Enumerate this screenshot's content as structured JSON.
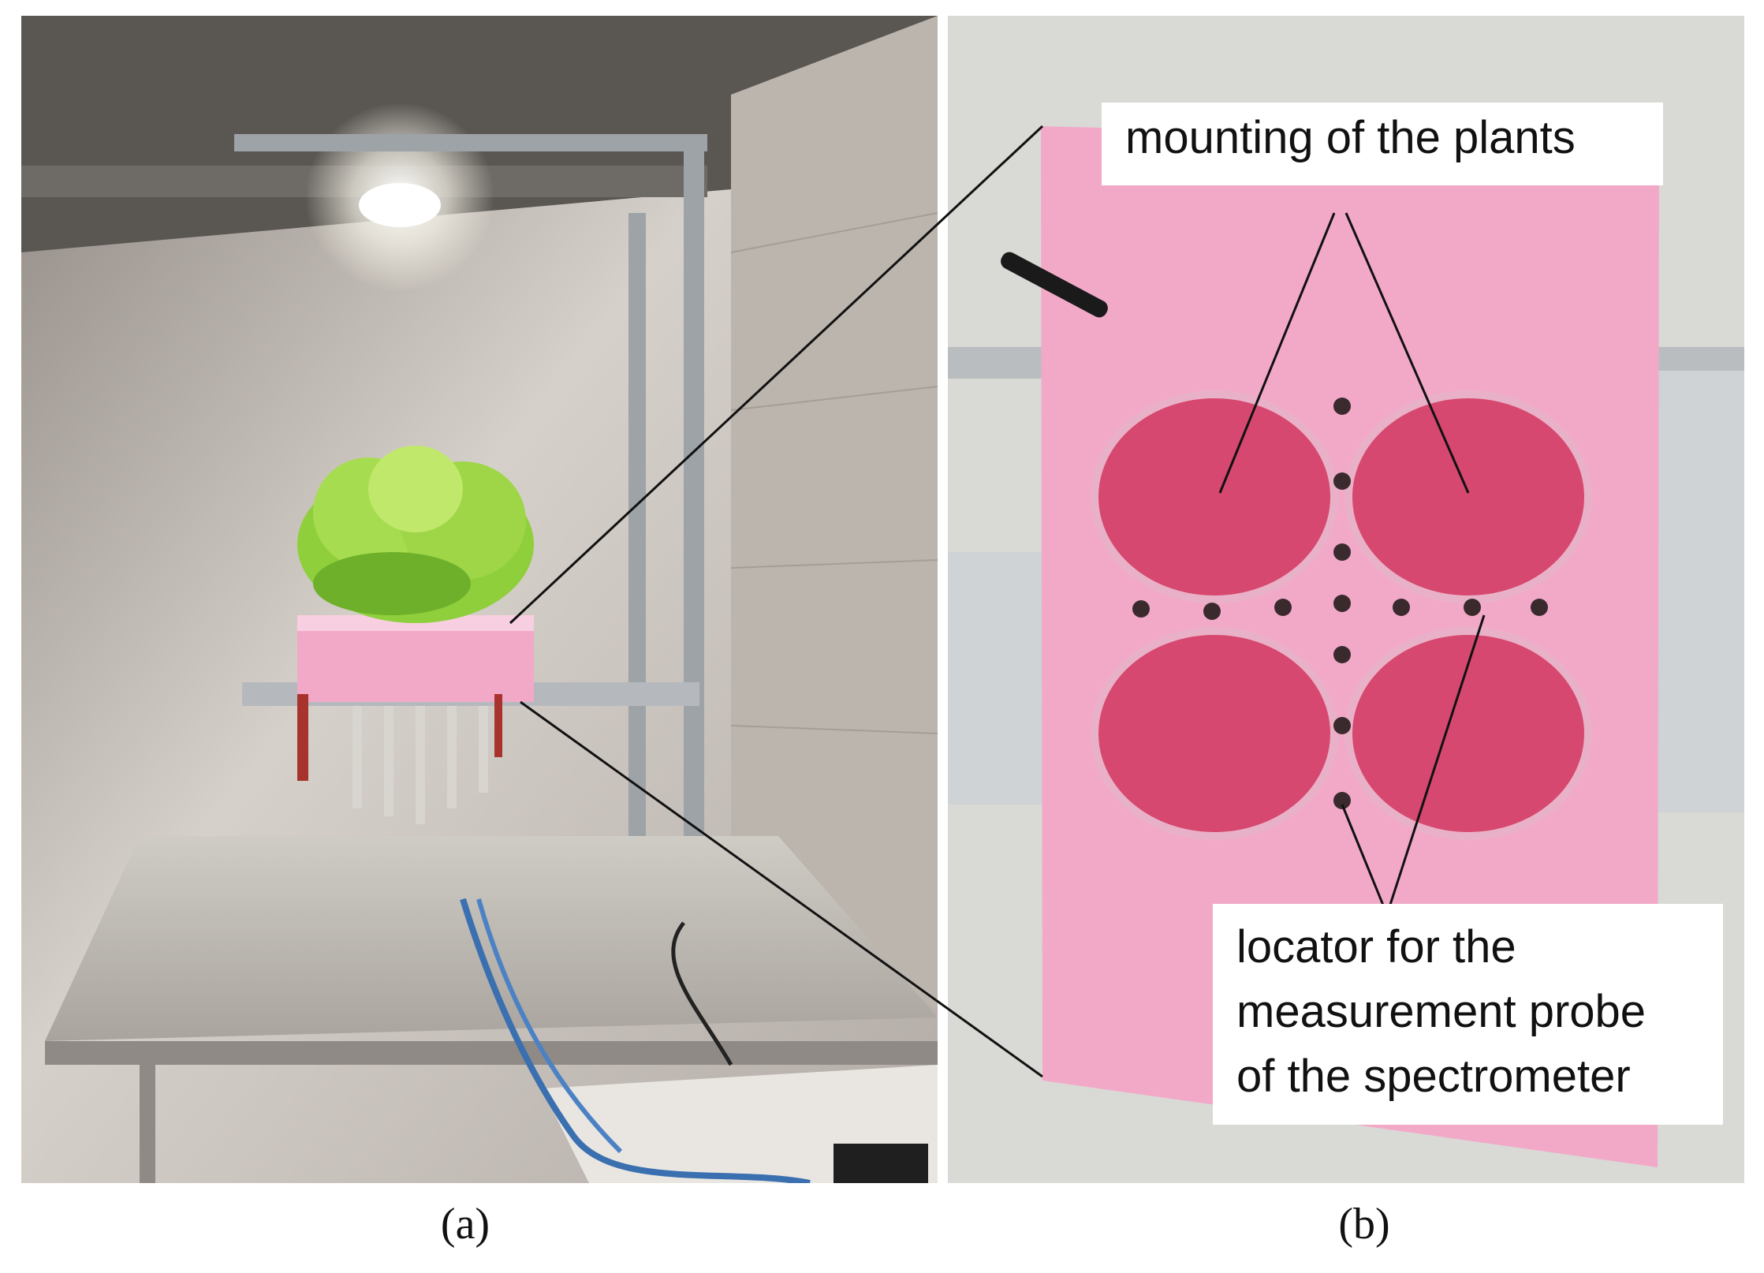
{
  "figure": {
    "panel_a": {
      "caption": "(a)"
    },
    "panel_b": {
      "caption": "(b)",
      "callouts": {
        "mounting": "mounting of the plants",
        "locator_lines": [
          "locator for the",
          "measurement probe",
          "of the spectrometer"
        ]
      }
    }
  },
  "colors": {
    "foam": "#f2a9c8",
    "foam_hole": "#d6486f",
    "wall": "#cfc8c2",
    "plants": "#8fcf3c",
    "table": "#e4e1dc",
    "frame": "#9ea3a8"
  }
}
